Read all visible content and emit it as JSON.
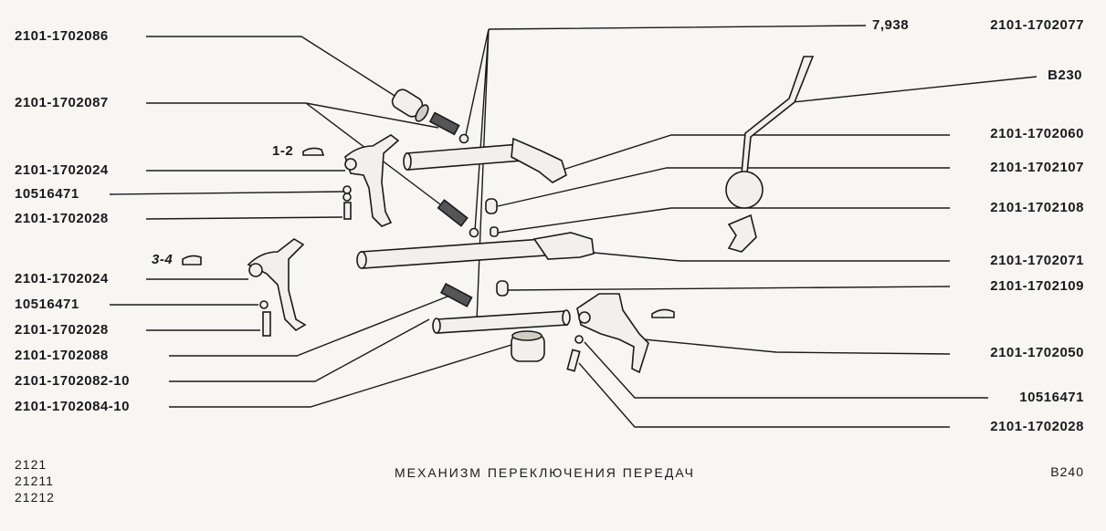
{
  "labels": {
    "l_2086": "2101-1702086",
    "l_2087": "2101-1702087",
    "l_2024a": "2101-1702024",
    "l_471a": "10516471",
    "l_2028a": "2101-1702028",
    "l_2024b": "2101-1702024",
    "l_471b": "10516471",
    "l_2028b": "2101-1702028",
    "l_2088": "2101-1702088",
    "l_2082": "2101-1702082-10",
    "l_2084": "2101-1702084-10",
    "l_7938": "7,938",
    "l_2077": "2101-1702077",
    "l_b230": "B230",
    "l_2060": "2101-1702060",
    "l_2107": "2101-1702107",
    "l_2108": "2101-1702108",
    "l_2071": "2101-1702071",
    "l_2109": "2101-1702109",
    "l_2050": "2101-1702050",
    "l_471c": "10516471",
    "l_2028c": "2101-1702028"
  },
  "gear_marks": {
    "g12": "1-2",
    "g34": "3-4"
  },
  "footer": {
    "models": [
      "2121",
      "21211",
      "21212"
    ],
    "title": "МЕХАНИЗМ ПЕРЕКЛЮЧЕНИЯ ПЕРЕДАЧ",
    "page_code": "B240"
  }
}
